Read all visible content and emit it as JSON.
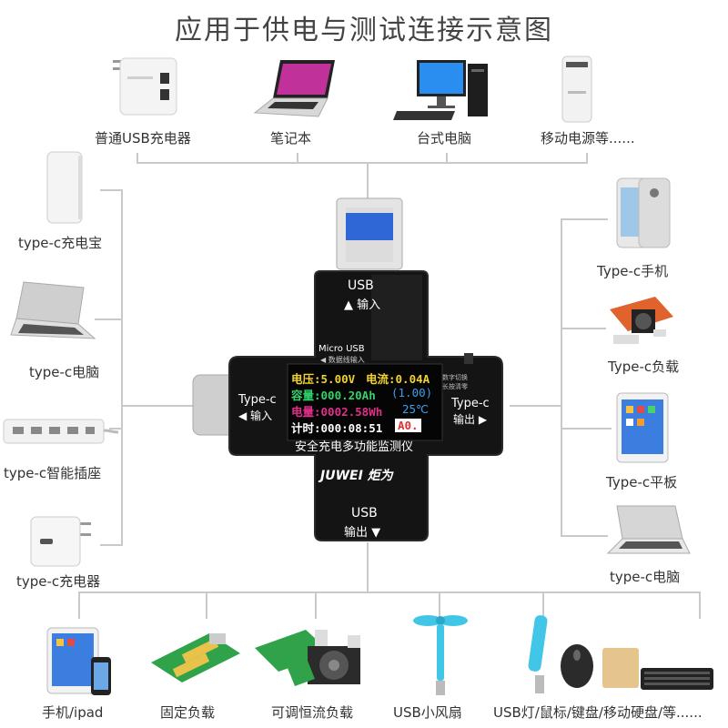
{
  "title": "应用于供电与测试连接示意图",
  "top_devices": [
    {
      "label": "普通USB充电器",
      "icon": "usb-charger-icon"
    },
    {
      "label": "笔记本",
      "icon": "laptop-icon"
    },
    {
      "label": "台式电脑",
      "icon": "desktop-pc-icon"
    },
    {
      "label": "移动电源等......",
      "icon": "power-bank-icon"
    }
  ],
  "left_devices": [
    {
      "label": "type-c充电宝",
      "icon": "power-bank-icon"
    },
    {
      "label": "type-c电脑",
      "icon": "laptop-icon"
    },
    {
      "label": "type-c智能插座",
      "icon": "power-strip-icon"
    },
    {
      "label": "type-c充电器",
      "icon": "charger-icon"
    }
  ],
  "right_devices": [
    {
      "label": "Type-c手机",
      "icon": "phone-icon"
    },
    {
      "label": "Type-c负载",
      "icon": "load-board-icon"
    },
    {
      "label": "Type-c平板",
      "icon": "tablet-icon"
    },
    {
      "label": "type-c电脑",
      "icon": "laptop-icon"
    }
  ],
  "bottom_devices": [
    {
      "label": "手机/ipad",
      "icon": "phone-tablet-icon"
    },
    {
      "label": "固定负载",
      "icon": "fixed-load-icon"
    },
    {
      "label": "可调恒流负载",
      "icon": "adjustable-load-icon"
    },
    {
      "label": "USB小风扇",
      "icon": "usb-fan-icon"
    },
    {
      "label": "USB灯/鼠标/键盘/移动硬盘/等......",
      "icon": "usb-lamp-mouse-keyboard-icon"
    }
  ],
  "meter": {
    "usb_in_title": "USB",
    "usb_in_sub": "▲ 输入",
    "micro_usb_title": "Micro USB",
    "micro_usb_sub": "◀ 数据线输入",
    "typec_in_title": "Type-c",
    "typec_in_sub": "◀ 输入",
    "typec_out_title": "Type-c",
    "typec_out_sub": "输出 ▶",
    "usb_out_title": "USB",
    "usb_out_sub": "输出 ▼",
    "side_text_1": "数字切换",
    "side_text_2": "长按清零",
    "screen": {
      "voltage": "电压:5.00V",
      "current": "电流:0.04A",
      "capacity": "容量:000.20Ah",
      "cap_extra": "(1.00)",
      "energy": "电量:0002.58Wh",
      "temp": "25℃",
      "timer": "计时:000:08:51",
      "mode": "A0."
    },
    "caption": "安全充电多功能监测仪",
    "brand": "JUWEI 炬为",
    "colors": {
      "voltage": "#f2d22e",
      "current": "#f2d22e",
      "capacity": "#30d36a",
      "energy": "#e0308a",
      "temp": "#3aa0f0",
      "timer": "#ffffff",
      "mode": "#e23030"
    }
  }
}
